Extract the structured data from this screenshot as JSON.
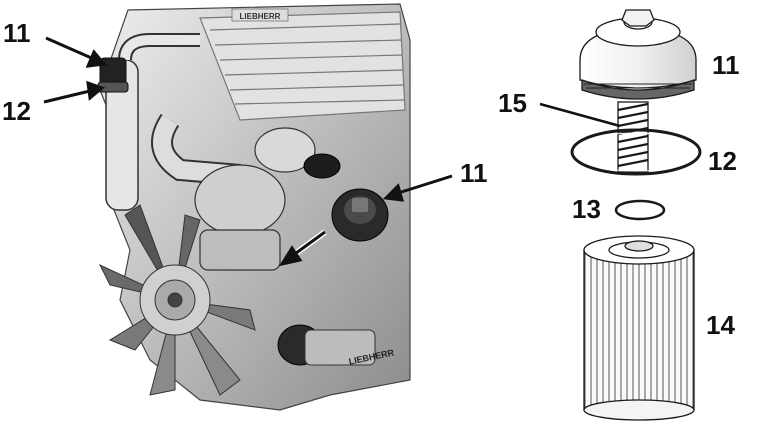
{
  "engine_view": {
    "callouts": {
      "label_11_upper": "11",
      "label_12_left": "12",
      "label_11_right": "11"
    },
    "engine_badge_top": "LIEBHERR",
    "engine_badge_bottom": "LIEBHERR"
  },
  "filter_exploded": {
    "callouts": {
      "cap": "11",
      "spring": "15",
      "large_o_ring": "12",
      "small_o_ring": "13",
      "filter_element": "14"
    }
  },
  "colors": {
    "line": "#1a1a1a",
    "engine_dark": "#555555",
    "engine_mid": "#9a9a9a",
    "engine_light": "#d8d8d8",
    "filter_fill": "#f4f4f4"
  }
}
